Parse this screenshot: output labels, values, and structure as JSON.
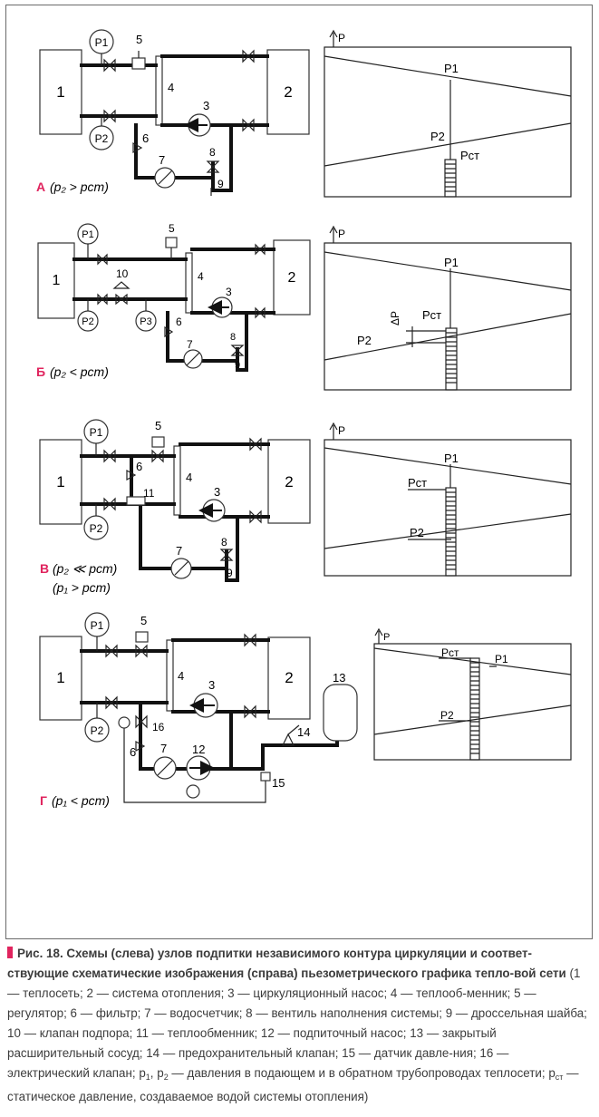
{
  "colors": {
    "accent": "#e0245e",
    "line": "#222222",
    "caption_text": "#3c3c3c"
  },
  "labels": {
    "teploset": "1",
    "otoplenie": "2",
    "nasos": "3",
    "teploobmennik": "4",
    "regulyator": "5",
    "filtr": "6",
    "vodoschetchik": "7",
    "ventil": "8",
    "shaiba": "9",
    "klapan_podpora": "10",
    "teploobmennik_11": "11",
    "podpitochny_nasos": "12",
    "rasshiritelny_sosud": "13",
    "predohranitelny_klapan": "14",
    "datchik": "15",
    "elektro_klapan": "16",
    "p1": "P1",
    "p2": "P2",
    "p3": "P3",
    "pst": "Pст",
    "p_axis": "P",
    "delta_p": "ΔP"
  },
  "schemes": [
    {
      "letter": "А",
      "condition": "(p₂ > pст)"
    },
    {
      "letter": "Б",
      "condition": "(p₂ < pст)"
    },
    {
      "letter": "В",
      "condition": "(p₂ ≪ pст)",
      "condition2": "(p₁ > pст)"
    },
    {
      "letter": "Г",
      "condition": "(p₁ < pст)"
    }
  ],
  "caption": {
    "lead": "Рис. 18. Схемы (слева) узлов подпитки независимого контура циркуляции и соответ-ствующие схематические изображения (справа) пьезометрического графика тепло-вой сети",
    "legend_a": " (1 — теплосеть; 2 — система отопления; 3 — циркуляционный насос; 4 — теплооб-менник; 5 — регулятор; 6 — фильтр; 7 — водосчетчик; 8 — вентиль наполнения системы; 9 — дроссельная шайба; 10 — клапан подпора; 11 — теплообменник; 12 — подпиточный насос; 13 — закрытый расширительный сосуд; 14 — предохранительный клапан; 15 — датчик давле-ния; 16 — электрический клапан; p",
    "legend_sub1": "1",
    "legend_b": ", p",
    "legend_sub2": "2",
    "legend_c": " — давления в подающем и в обратном трубопроводах теплосети; p",
    "legend_sub3": "ст",
    "legend_d": " — статическое давление, создаваемое водой системы отопления)"
  }
}
